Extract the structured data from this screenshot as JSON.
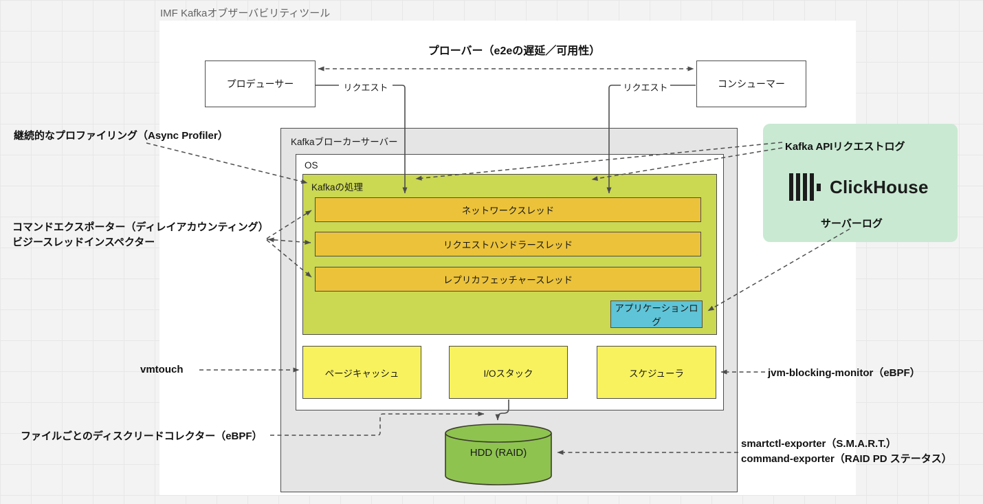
{
  "title": "IMF Kafkaオブザーバビリティツール",
  "prober": {
    "label": "プローバー（e2eの遅延／可用性）"
  },
  "nodes": {
    "producer": "プロデューサー",
    "consumer": "コンシューマー",
    "request_left": "リクエスト",
    "request_right": "リクエスト",
    "broker": "Kafkaブローカーサーバー",
    "os": "OS",
    "kafka_process": "Kafkaの処理",
    "network_thread": "ネットワークスレッド",
    "request_handler_thread": "リクエストハンドラースレッド",
    "replica_fetcher_thread": "レプリカフェッチャースレッド",
    "application_log": "アプリケーションログ",
    "page_cache": "ページキャッシュ",
    "io_stack": "I/Oスタック",
    "scheduler": "スケジューラ",
    "hdd": "HDD (RAID)"
  },
  "annotations": {
    "left": {
      "profiling": "継続的なプロファイリング（Async Profiler）",
      "command_exporter": "コマンドエクスポーター（ディレイアカウンティング）",
      "busy_thread_inspector": "ビジースレッドインスペクター",
      "vmtouch": "vmtouch",
      "disk_read_collector": "ファイルごとのディスクリードコレクター（eBPF）"
    },
    "right": {
      "kafka_api_log": "Kafka APIリクエストログ",
      "clickhouse": "ClickHouse",
      "server_log": "サーバーログ",
      "jvm_blocking_monitor": "jvm-blocking-monitor（eBPF）",
      "smartctl_exporter": "smartctl-exporter（S.M.A.R.T.）",
      "command_exporter_raid": "command-exporter（RAID PD ステータス）"
    }
  },
  "colors": {
    "canvas_bg": "#ffffff",
    "title_text": "#636363",
    "text": "#1a1a1a",
    "line": "#4d4d4d",
    "broker_fill": "#e5e5e5",
    "process_fill": "#cbd852",
    "thread_fill": "#ebc23a",
    "applog_fill": "#5fc4d7",
    "osbox_fill": "#f8f25e",
    "hdd_fill": "#8ec350",
    "ch_panel": "#c9e9d2"
  }
}
